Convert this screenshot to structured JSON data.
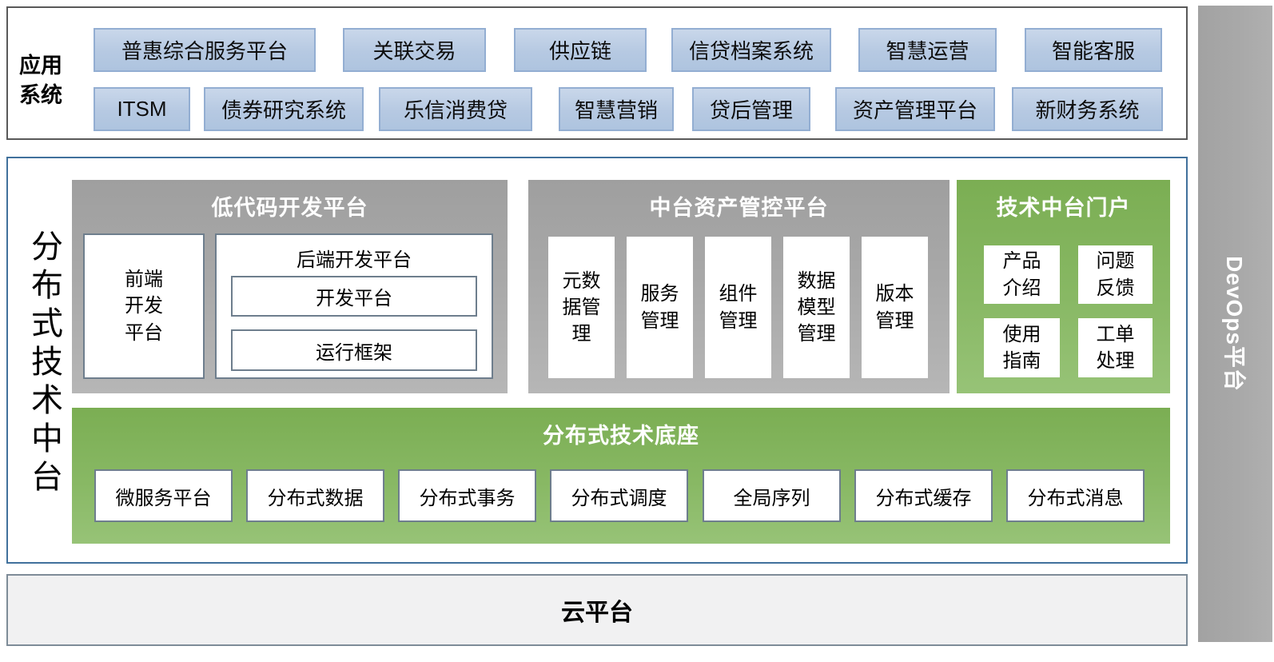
{
  "colors": {
    "blue_box_fill": "#b9cce4",
    "blue_box_border": "#93aed2",
    "gray_panel": "#a6a6a6",
    "green_panel": "#88b864",
    "section_border_blue": "#41719c",
    "section_border_dark": "#595959",
    "cloud_fill": "#f1f1f2",
    "cloud_border": "#7e8c98",
    "inner_box_border": "#6e7e8d"
  },
  "app_systems": {
    "label": "应用系统",
    "row1": [
      "普惠综合服务平台",
      "关联交易",
      "供应链",
      "信贷档案系统",
      "智慧运营",
      "智能客服"
    ],
    "row2": [
      "ITSM",
      "债券研究系统",
      "乐信消费贷",
      "智慧营销",
      "贷后管理",
      "资产管理平台",
      "新财务系统"
    ]
  },
  "middle_platform": {
    "side_label": "分布式技术中台",
    "low_code": {
      "title": "低代码开发平台",
      "frontend": "前端开发平台",
      "backend": {
        "title": "后端开发平台",
        "items": [
          "开发平台",
          "运行框架"
        ]
      }
    },
    "asset_control": {
      "title": "中台资产管控平台",
      "items": [
        "元数据管理",
        "服务管理",
        "组件管理",
        "数据模型管理",
        "版本管理"
      ]
    },
    "portal": {
      "title": "技术中台门户",
      "items": [
        "产品介绍",
        "问题反馈",
        "使用指南",
        "工单处理"
      ]
    },
    "tech_base": {
      "title": "分布式技术底座",
      "items": [
        "微服务平台",
        "分布式数据",
        "分布式事务",
        "分布式调度",
        "全局序列",
        "分布式缓存",
        "分布式消息"
      ]
    }
  },
  "cloud_platform": {
    "label": "云平台"
  },
  "devops": {
    "label": "DevOps平台"
  }
}
